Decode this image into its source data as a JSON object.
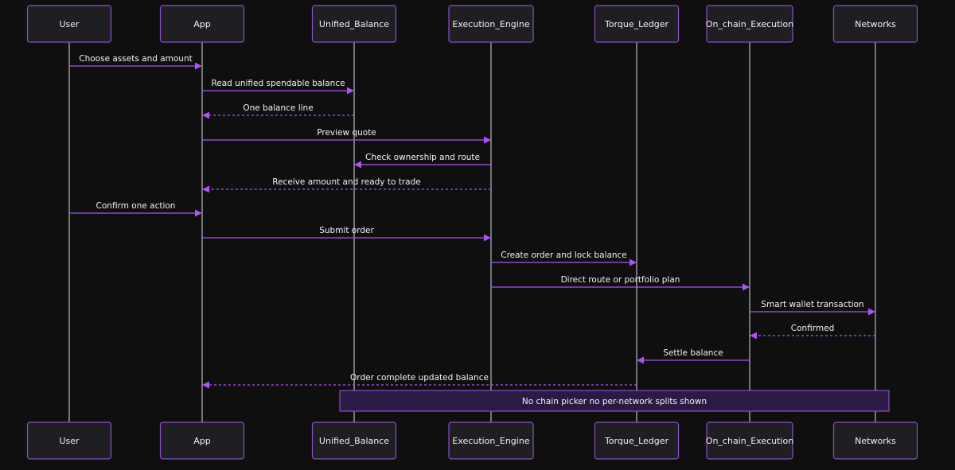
{
  "participants": [
    {
      "id": "User",
      "label": "User"
    },
    {
      "id": "App",
      "label": "App"
    },
    {
      "id": "Unified_Balance",
      "label": "Unified_Balance"
    },
    {
      "id": "Execution_Engine",
      "label": "Execution_Engine"
    },
    {
      "id": "Torque_Ledger",
      "label": "Torque_Ledger"
    },
    {
      "id": "On_chain_Execution",
      "label": "On_chain_Execution"
    },
    {
      "id": "Networks",
      "label": "Networks"
    }
  ],
  "messages": [
    {
      "from": "User",
      "to": "App",
      "label": "Choose assets and amount",
      "style": "solid"
    },
    {
      "from": "App",
      "to": "Unified_Balance",
      "label": "Read unified spendable balance",
      "style": "solid"
    },
    {
      "from": "Unified_Balance",
      "to": "App",
      "label": "One balance line",
      "style": "dashed"
    },
    {
      "from": "App",
      "to": "Execution_Engine",
      "label": "Preview quote",
      "style": "solid"
    },
    {
      "from": "Execution_Engine",
      "to": "Unified_Balance",
      "label": "Check ownership and route",
      "style": "solid"
    },
    {
      "from": "Execution_Engine",
      "to": "App",
      "label": "Receive amount and ready to trade",
      "style": "dashed"
    },
    {
      "from": "User",
      "to": "App",
      "label": "Confirm one action",
      "style": "solid"
    },
    {
      "from": "App",
      "to": "Execution_Engine",
      "label": "Submit order",
      "style": "solid"
    },
    {
      "from": "Execution_Engine",
      "to": "Torque_Ledger",
      "label": "Create order and lock balance",
      "style": "solid"
    },
    {
      "from": "Execution_Engine",
      "to": "On_chain_Execution",
      "label": "Direct route or portfolio plan",
      "style": "solid"
    },
    {
      "from": "On_chain_Execution",
      "to": "Networks",
      "label": "Smart wallet transaction",
      "style": "solid"
    },
    {
      "from": "Networks",
      "to": "On_chain_Execution",
      "label": "Confirmed",
      "style": "dashed"
    },
    {
      "from": "On_chain_Execution",
      "to": "Torque_Ledger",
      "label": "Settle balance",
      "style": "solid"
    },
    {
      "from": "Torque_Ledger",
      "to": "App",
      "label": "Order complete updated balance",
      "style": "dashed"
    }
  ],
  "note": {
    "over": [
      "Unified_Balance",
      "Networks"
    ],
    "text": "No chain picker no per-network splits shown"
  },
  "colors": {
    "background": "#0f0f10",
    "accent": "#a855f7",
    "box_fill": "#1f1f23",
    "box_stroke": "#8a4fc7",
    "note_fill": "#2a1a45",
    "text": "#f1f1f4",
    "lifeline": "#b8b8c0"
  }
}
